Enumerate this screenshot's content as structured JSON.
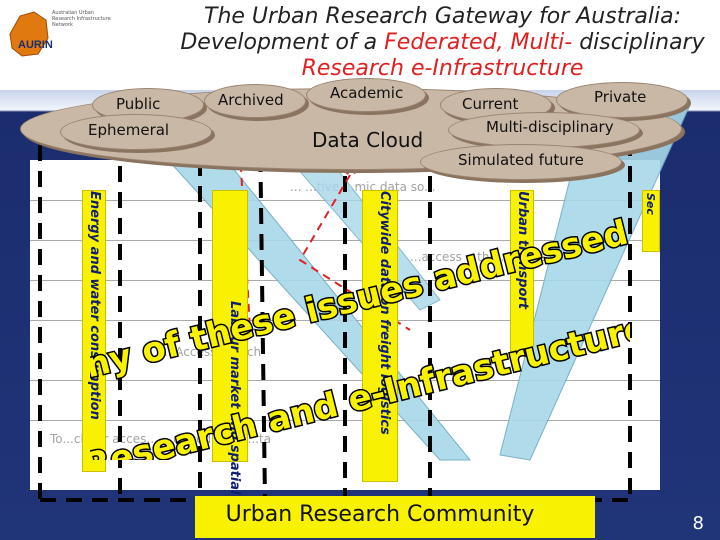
{
  "logo": {
    "abbr": "AURIN",
    "name": "Australian Urban Research Infrastructure Network"
  },
  "title": {
    "part1": "The Urban Research Gateway for Australia: Development of a ",
    "highlight1": "Federated, Multi-",
    "part2": "disciplinary ",
    "highlight2": "Research e-Infrastructure"
  },
  "clouds": {
    "public": "Public",
    "archived": "Archived",
    "academic": "Academic",
    "current": "Current",
    "private": "Private",
    "ephemeral": "Ephemeral",
    "data_cloud": "Data Cloud",
    "multi": "Multi-disciplinary",
    "simulated": "Simulated future"
  },
  "bars": {
    "energy": "Energy and water consumption",
    "labour": "Labour market and spatial",
    "freight": "Citywide data on freight logistics",
    "transport": "Urban transport",
    "edge": "Sec"
  },
  "background_rows": [
    "... ...tive ...mic data so...",
    "...access ...the...rd...pt...",
    "... Access ... ...ch",
    "To...ch for acces... ...d modelling ...ta"
  ],
  "overlay": {
    "line1": "Many of these issues addressed by",
    "line2": "e-Research and e-Infrastructures"
  },
  "community": "Urban Research Community",
  "page_number": "8",
  "colors": {
    "highlight": "#e02020",
    "bar": "#f8f200",
    "background": "#1b2d6e",
    "cloud": "#c9b8a6"
  }
}
